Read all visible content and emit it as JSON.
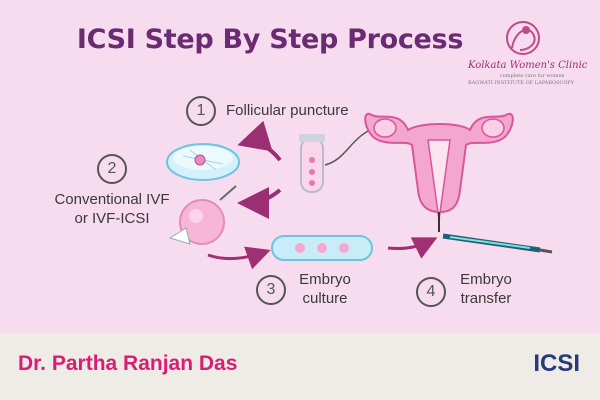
{
  "title": "ICSI Step By Step Process",
  "logo": {
    "name": "Kolkata Women's Clinic",
    "tagline": "complete care for women",
    "subline": "BAGWATI INSTITUTE OF LAPAROSCOPY"
  },
  "steps": [
    {
      "number": "1",
      "lines": [
        "Follicular puncture"
      ]
    },
    {
      "number": "2",
      "lines": [
        "Conventional IVF",
        "or IVF-ICSI"
      ]
    },
    {
      "number": "3",
      "lines": [
        "Embryo",
        "culture"
      ]
    },
    {
      "number": "4",
      "lines": [
        "Embryo",
        "transfer"
      ]
    }
  ],
  "footer": {
    "author": "Dr. Partha Ranjan Das",
    "tag": "ICSI"
  },
  "colors": {
    "background": "#f6dcee",
    "footer_bg": "#efebe6",
    "title": "#6a2b73",
    "arrow": "#9b2f73",
    "author": "#d81e74",
    "tag": "#273a79"
  }
}
